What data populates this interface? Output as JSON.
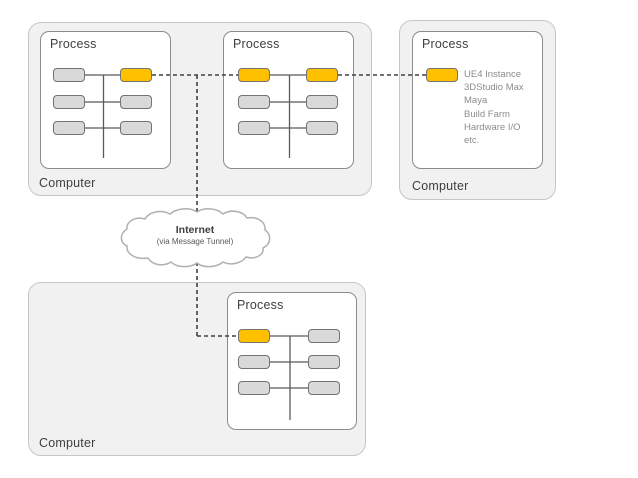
{
  "colors": {
    "accent_orange": "#ffc000",
    "node_gray": "#d9d9d9",
    "node_border": "#737373",
    "container_fill": "#f1f1f1",
    "container_border": "#c6c6c6",
    "process_border": "#8c8c8c",
    "connector": "#595959",
    "dashed_line": "#404040",
    "label_text": "#3f3f3f",
    "annotation_text": "#8c8c8c"
  },
  "computer_top_left": {
    "label": "Computer",
    "process_a": {
      "label": "Process"
    },
    "process_b": {
      "label": "Process"
    }
  },
  "computer_top_right": {
    "label": "Computer",
    "process": {
      "label": "Process",
      "annotations": [
        "UE4 Instance",
        "3DStudio Max",
        "Maya",
        "Build Farm",
        "Hardware I/O",
        "etc."
      ]
    }
  },
  "computer_bottom": {
    "label": "Computer",
    "process": {
      "label": "Process"
    }
  },
  "cloud": {
    "title": "Internet",
    "subtitle": "(via Message Tunnel)"
  }
}
